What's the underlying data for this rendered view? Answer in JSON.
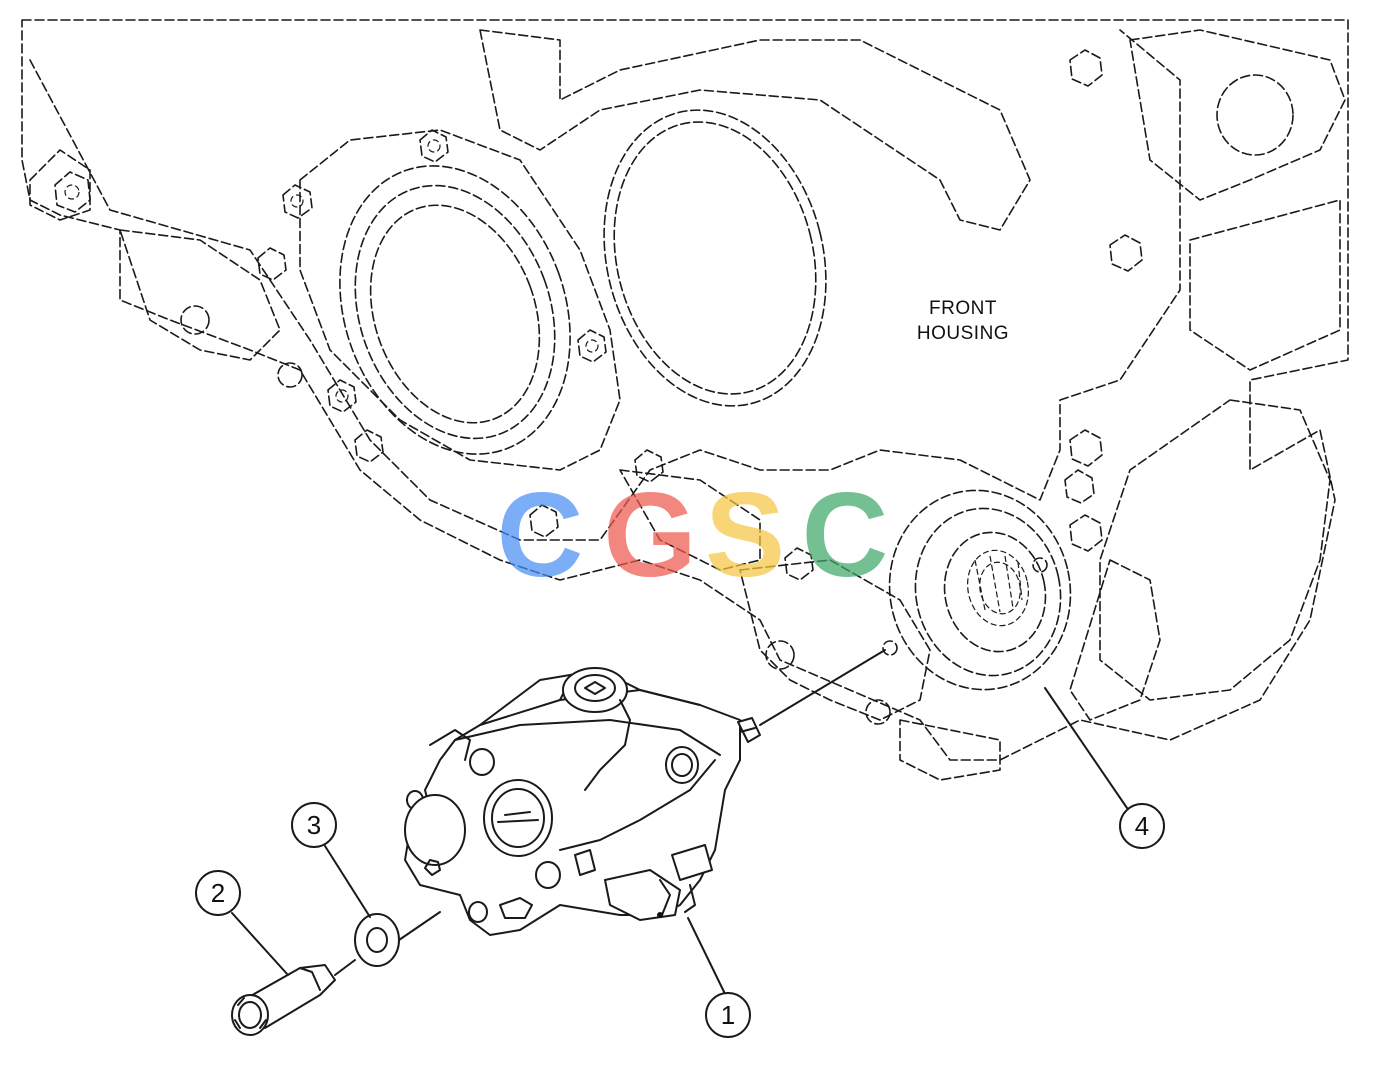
{
  "housing_label": {
    "line1": "FRONT",
    "line2": "HOUSING"
  },
  "callouts": [
    {
      "id": "1",
      "label": "1"
    },
    {
      "id": "2",
      "label": "2"
    },
    {
      "id": "3",
      "label": "3"
    },
    {
      "id": "4",
      "label": "4"
    }
  ],
  "watermark": {
    "letters": [
      "C",
      "G",
      "S",
      "C"
    ],
    "colors": [
      "#4a8ef5",
      "#ee5a4e",
      "#f6c643",
      "#3fa86a"
    ]
  }
}
